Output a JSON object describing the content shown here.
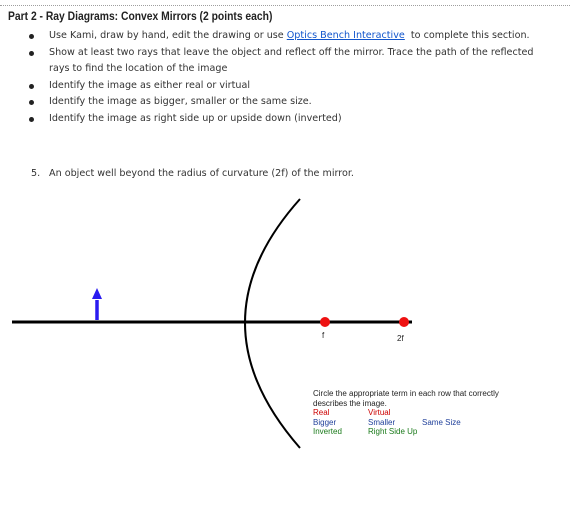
{
  "header": {
    "title": "Part 2 - Ray Diagrams: Convex Mirrors (2 points each)"
  },
  "instructions": [
    {
      "before": "Use Kami, draw by hand, edit the drawing or use ",
      "link": "Optics Bench Interactive",
      "after": "  to complete this section."
    },
    {
      "text": "Show at least two rays that leave the object and reflect off the mirror. Trace the path of the reflected rays to find the location of the image"
    },
    {
      "text": "Identify the image as either real or virtual"
    },
    {
      "text": "Identify the image as bigger, smaller or the same size."
    },
    {
      "text": "Identify the image as right side up or upside down (inverted)"
    }
  ],
  "question": {
    "number": "5.",
    "text": "An object well beyond the radius of curvature (2f) of the mirror."
  },
  "diagram": {
    "focal_label": "f",
    "radius_label": "2f",
    "colors": {
      "axis": "#000000",
      "mirror": "#000000",
      "object_arrow": "#2a1bf0",
      "focal_point": "#ee1111"
    }
  },
  "answer_box": {
    "instructions": "Circle the appropriate term in each row that correctly describes the image.",
    "rows": [
      {
        "color": "#cc0000",
        "options": [
          "Real",
          "Virtual"
        ]
      },
      {
        "color": "#1f3f9a",
        "options": [
          "Bigger",
          "Smaller",
          "Same Size"
        ]
      },
      {
        "color": "#1a7a1a",
        "options": [
          "Inverted",
          "Right Side Up"
        ]
      }
    ]
  }
}
